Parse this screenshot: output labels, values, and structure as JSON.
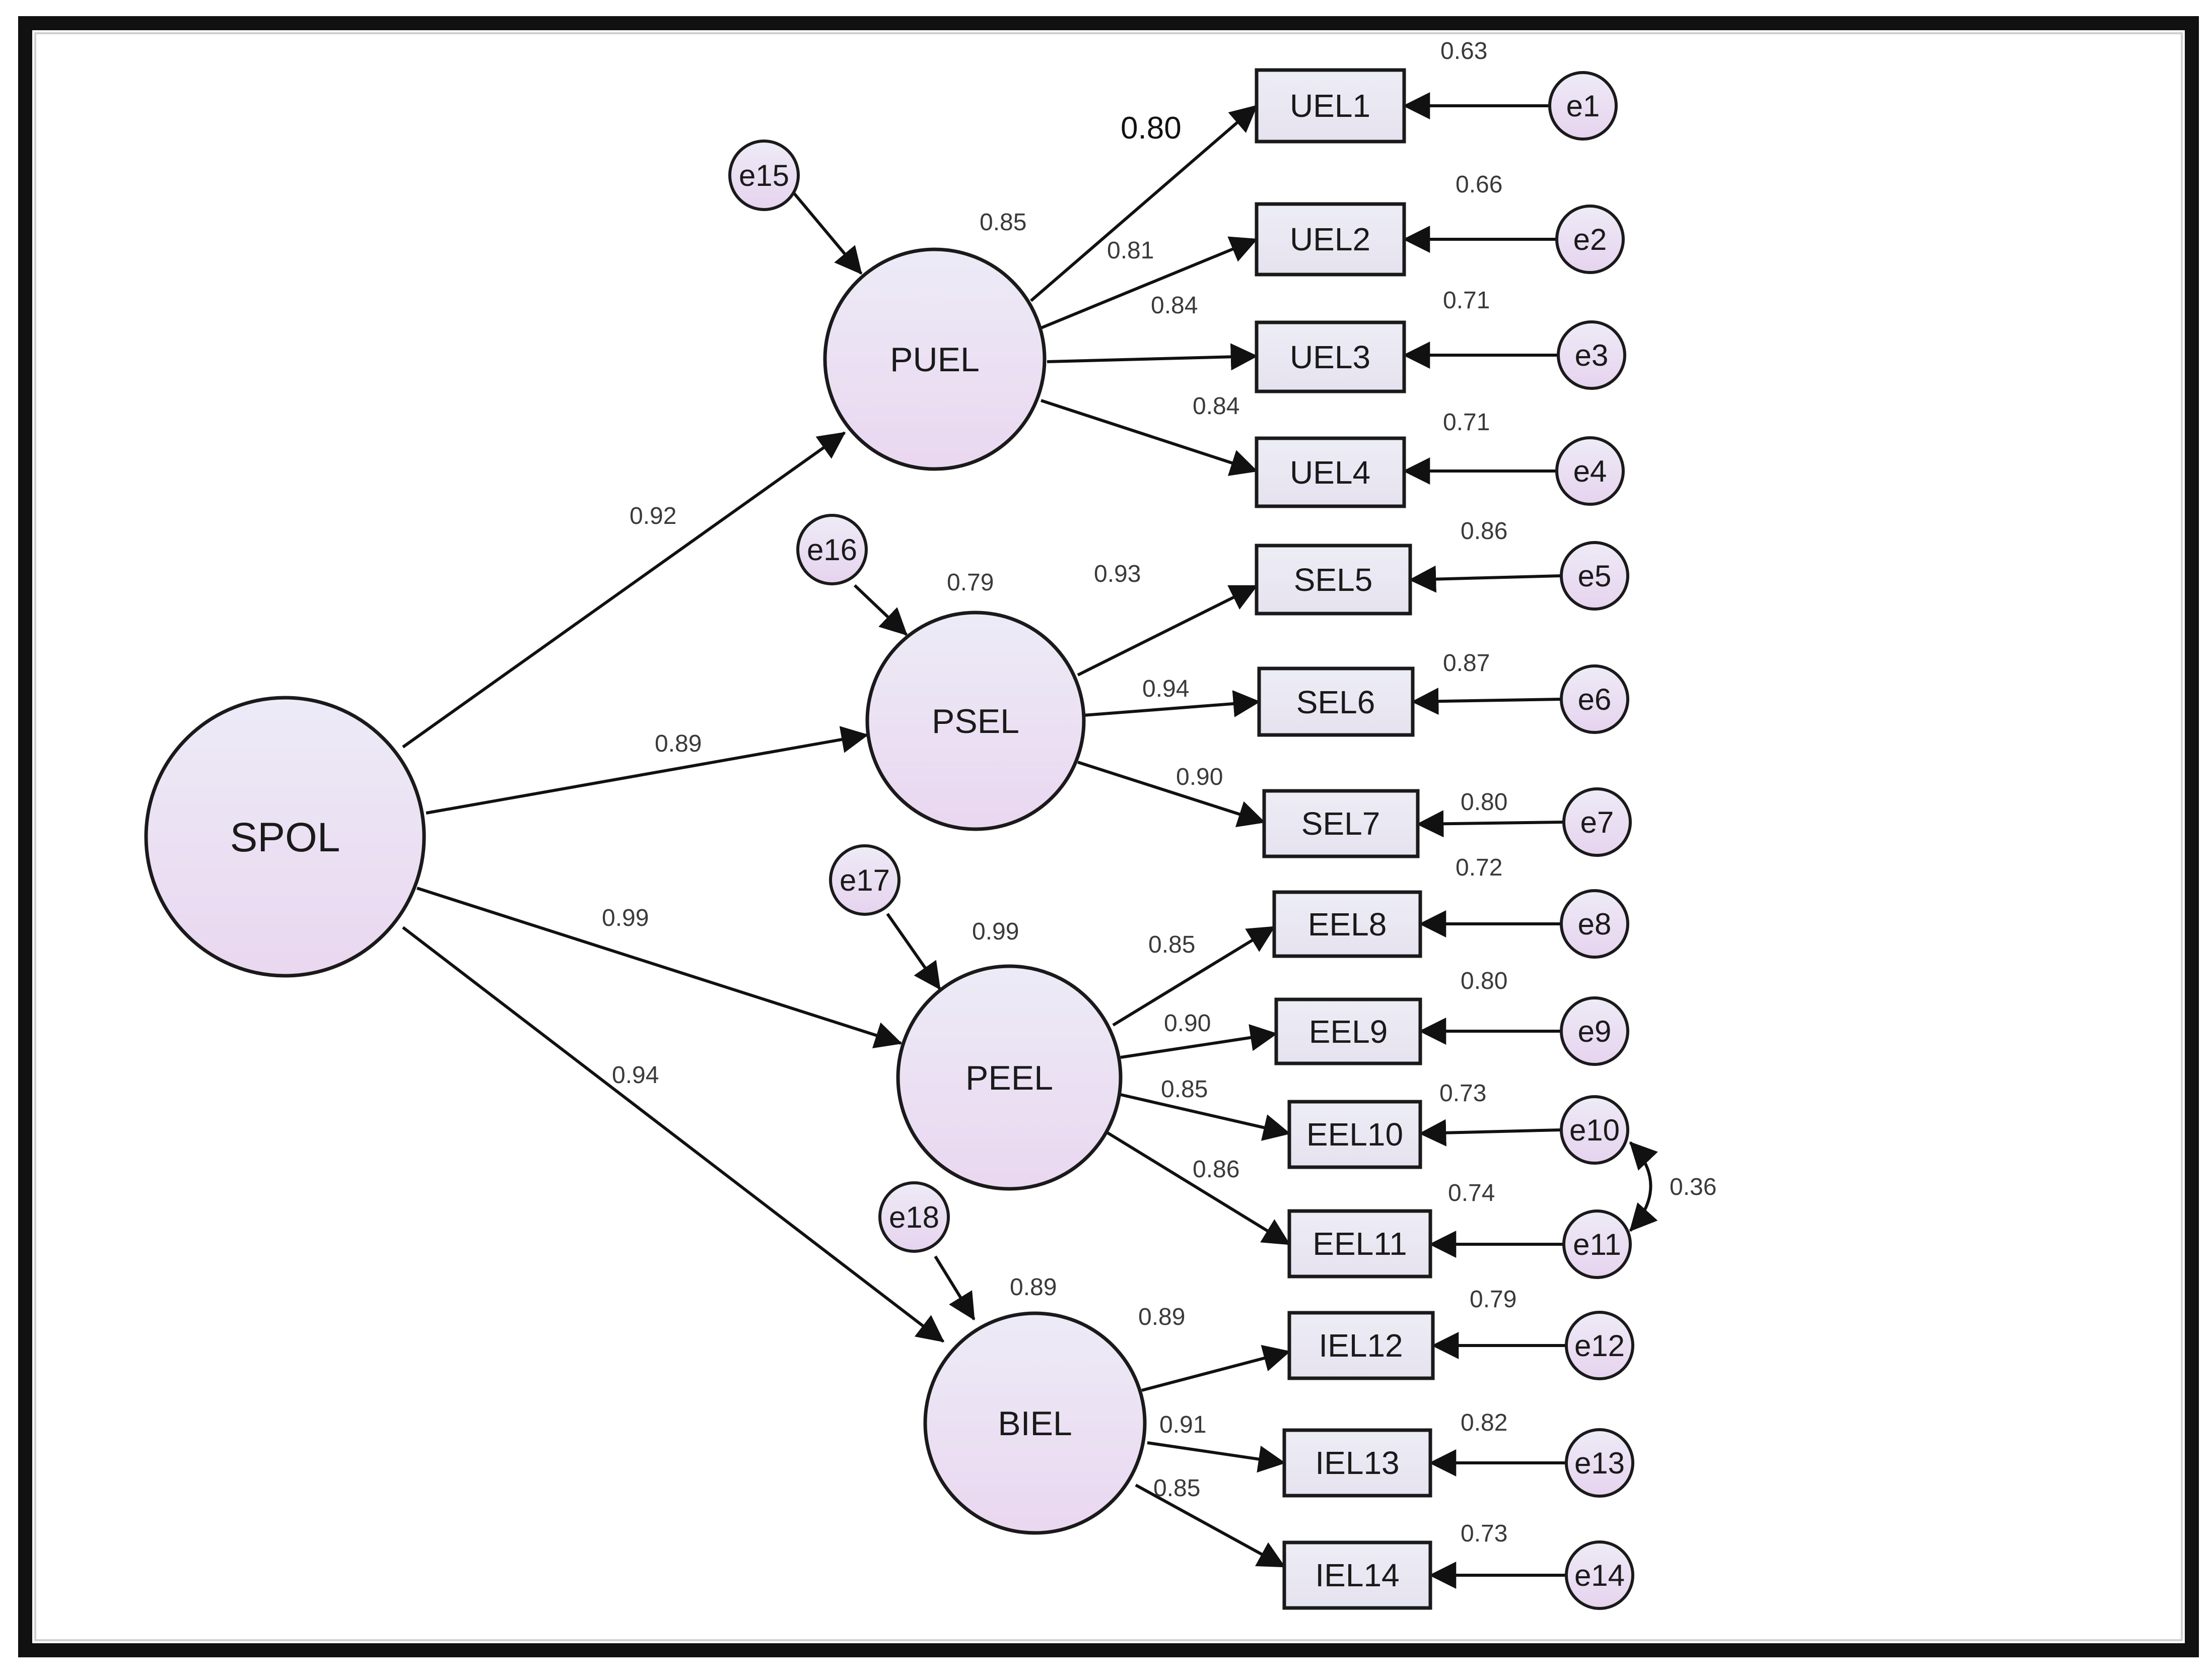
{
  "colors": {
    "node_fill_top": "#ecebf6",
    "node_fill_bottom": "#ead7f0",
    "box_fill": "#e9e7f2",
    "stroke": "#1a1a1a"
  },
  "nodes": {
    "SPOL": "SPOL",
    "PUEL": "PUEL",
    "PSEL": "PSEL",
    "PEEL": "PEEL",
    "BIEL": "BIEL"
  },
  "disturbances": {
    "e15": "e15",
    "e16": "e16",
    "e17": "e17",
    "e18": "e18"
  },
  "indicators": {
    "UEL1": "UEL1",
    "UEL2": "UEL2",
    "UEL3": "UEL3",
    "UEL4": "UEL4",
    "SEL5": "SEL5",
    "SEL6": "SEL6",
    "SEL7": "SEL7",
    "EEL8": "EEL8",
    "EEL9": "EEL9",
    "EEL10": "EEL10",
    "EEL11": "EEL11",
    "IEL12": "IEL12",
    "IEL13": "IEL13",
    "IEL14": "IEL14"
  },
  "errors": {
    "e1": "e1",
    "e2": "e2",
    "e3": "e3",
    "e4": "e4",
    "e5": "e5",
    "e6": "e6",
    "e7": "e7",
    "e8": "e8",
    "e9": "e9",
    "e10": "e10",
    "e11": "e11",
    "e12": "e12",
    "e13": "e13",
    "e14": "e14"
  },
  "structural_paths": {
    "SPOL_PUEL": "0.92",
    "SPOL_PSEL": "0.89",
    "SPOL_PEEL": "0.99",
    "SPOL_BIEL": "0.94"
  },
  "r_squared": {
    "PUEL": "0.85",
    "PSEL": "0.79",
    "PEEL": "0.99",
    "BIEL": "0.89"
  },
  "loadings": {
    "UEL1": "0.80",
    "UEL2": "0.81",
    "UEL3": "0.84",
    "UEL4": "0.84",
    "SEL5": "0.93",
    "SEL6": "0.94",
    "SEL7": "0.90",
    "EEL8": "0.85",
    "EEL9": "0.90",
    "EEL10": "0.85",
    "EEL11": "0.86",
    "IEL12": "0.89",
    "IEL13": "0.91",
    "IEL14": "0.85"
  },
  "error_values": {
    "e1": "0.63",
    "e2": "0.66",
    "e3": "0.71",
    "e4": "0.71",
    "e5": "0.86",
    "e6": "0.87",
    "e7": "0.80",
    "e8": "0.72",
    "e9": "0.80",
    "e10": "0.73",
    "e11": "0.74",
    "e12": "0.79",
    "e13": "0.82",
    "e14": "0.73"
  },
  "covariance": {
    "e10_e11": "0.36"
  }
}
